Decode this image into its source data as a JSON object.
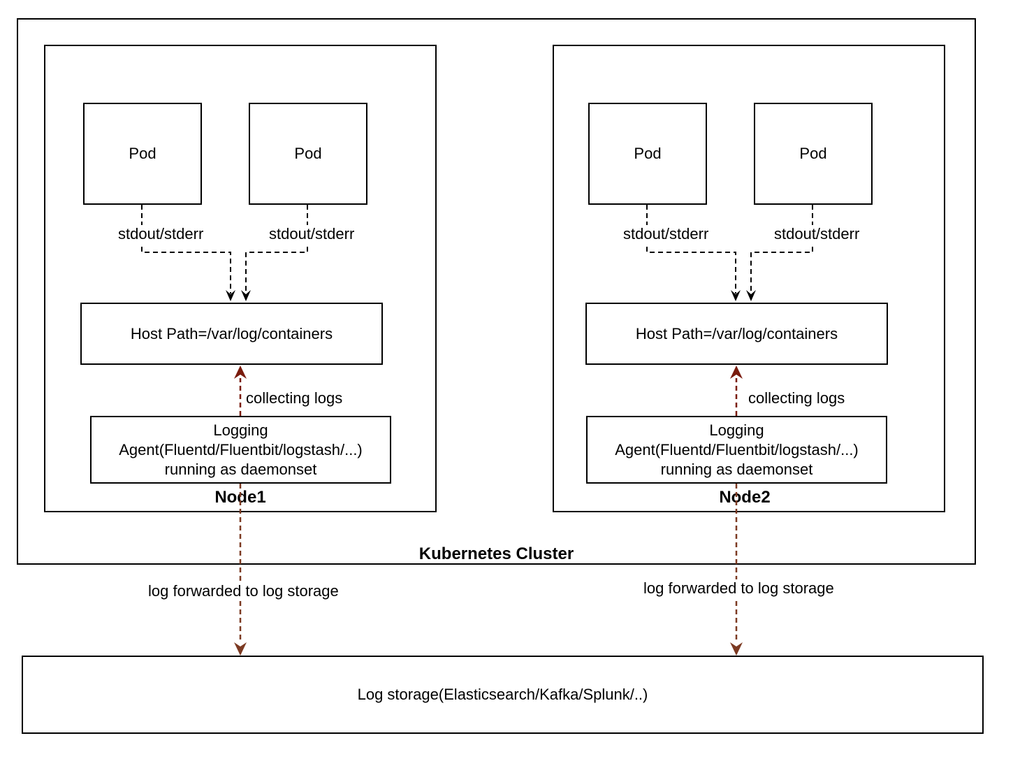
{
  "cluster": {
    "label": "Kubernetes Cluster"
  },
  "storage": {
    "label": "Log storage(Elasticsearch/Kafka/Splunk/..)"
  },
  "nodes": [
    {
      "label": "Node1",
      "pods": [
        {
          "label": "Pod"
        },
        {
          "label": "Pod"
        }
      ],
      "pod_outputs": [
        "stdout/stderr",
        "stdout/stderr"
      ],
      "host_path": {
        "label": "Host Path=/var/log/containers"
      },
      "logging_agent": {
        "line1": "Logging",
        "line2": "Agent(Fluentd/Fluentbit/logstash/...)",
        "line3": "running as daemonset"
      },
      "edges": {
        "collecting": "collecting logs",
        "forwarding": "log forwarded to log storage"
      }
    },
    {
      "label": "Node2",
      "pods": [
        {
          "label": "Pod"
        },
        {
          "label": "Pod"
        }
      ],
      "pod_outputs": [
        "stdout/stderr",
        "stdout/stderr"
      ],
      "host_path": {
        "label": "Host Path=/var/log/containers"
      },
      "logging_agent": {
        "line1": "Logging",
        "line2": "Agent(Fluentd/Fluentbit/logstash/...)",
        "line3": "running as daemonset"
      },
      "edges": {
        "collecting": "collecting logs",
        "forwarding": "log forwarded to log storage"
      }
    }
  ],
  "colors": {
    "border": "#000000",
    "connector_black": "#000000",
    "collect_arrow_red": "#7a1b0d",
    "forward_arrow_red": "#7c3a22",
    "background": "#ffffff"
  }
}
